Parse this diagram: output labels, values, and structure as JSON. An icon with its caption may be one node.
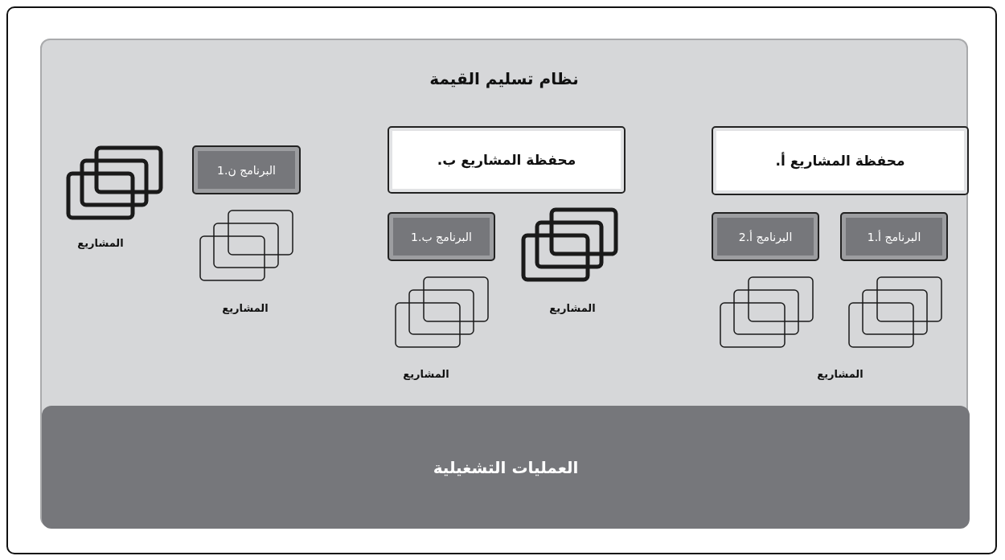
{
  "diagram": {
    "nodes": [
      {
        "text": [
          "نظام تسليم القيمة"
        ]
      },
      {
        "text": [
          "محفظة المشاريع أ."
        ],
        "in": 0
      },
      {
        "text": [
          "محفظة المشاريع ب."
        ],
        "in": 0
      },
      {
        "text": [
          "البرنامج أ.1"
        ],
        "in": 0
      },
      {
        "text": [
          "البرنامج أ.2"
        ],
        "in": 0
      },
      {
        "text": [
          "البرنامج ب.1"
        ],
        "in": 0
      },
      {
        "text": [
          "البرنامج ن.1"
        ],
        "in": 0
      },
      {
        "text": [
          "العمليات التشغيلية"
        ],
        "in": 0
      }
    ],
    "edges": [],
    "labels": [
      "المشاريع",
      "المشاريع",
      "المشاريع",
      "المشاريع",
      "المشاريع"
    ]
  }
}
